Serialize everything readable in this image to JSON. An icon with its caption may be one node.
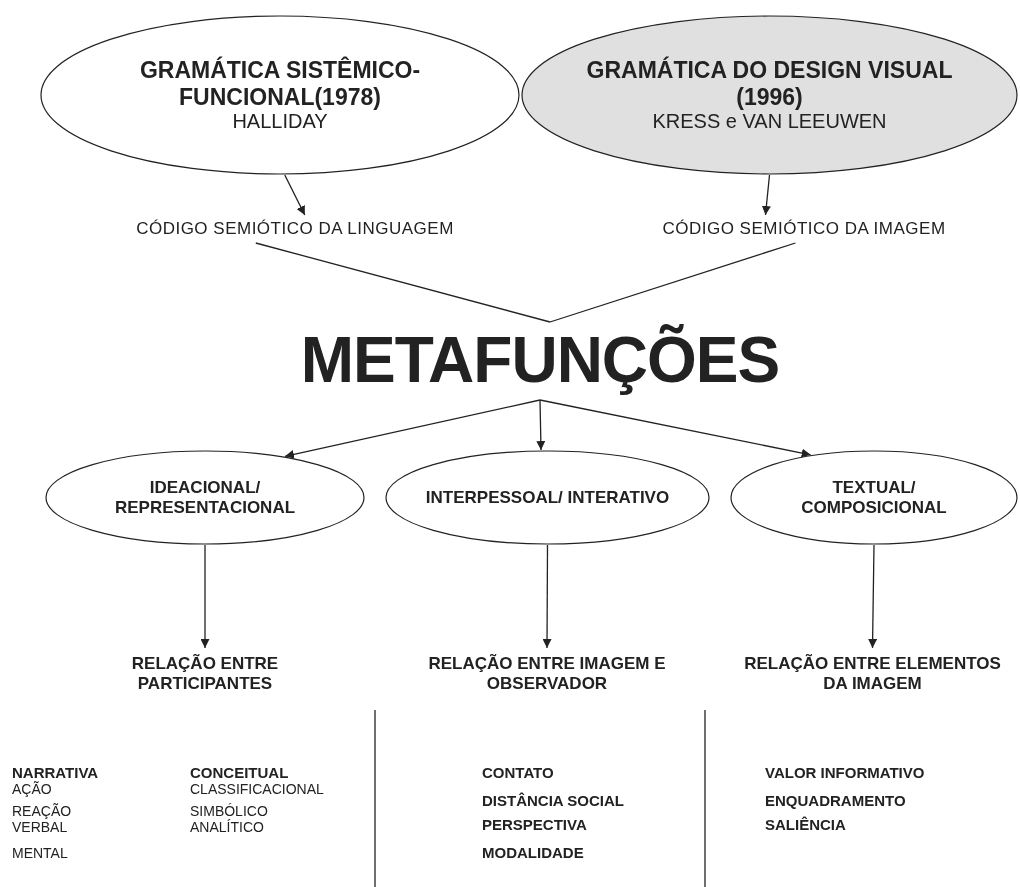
{
  "diagram": {
    "nodes": [
      {
        "text": [
          "GRAMÁTICA SISTÊMICO-FUNCIONAL(1978)",
          "HALLIDAY"
        ]
      },
      {
        "text": [
          "GRAMÁTICA DO DESIGN VISUAL (1996)",
          "KRESS e VAN LEEUWEN"
        ]
      },
      {
        "text": [
          "CÓDIGO SEMIÓTICO DA LINGUAGEM"
        ]
      },
      {
        "text": [
          "CÓDIGO SEMIÓTICO DA IMAGEM"
        ]
      },
      {
        "text": [
          "METAFUNÇÕES"
        ]
      },
      {
        "text": [
          "IDEACIONAL/ REPRESENTACIONAL"
        ]
      },
      {
        "text": [
          "INTERPESSOAL/ INTERATIVO"
        ]
      },
      {
        "text": [
          "TEXTUAL/ COMPOSICIONAL"
        ]
      },
      {
        "text": [
          "RELAÇÃO ENTRE PARTICIPANTES"
        ]
      },
      {
        "text": [
          "RELAÇÃO ENTRE IMAGEM E OBSERVADOR"
        ]
      },
      {
        "text": [
          "RELAÇÃO ENTRE ELEMENTOS DA IMAGEM"
        ]
      }
    ],
    "edges": [
      {
        "from": 0,
        "to": 2,
        "arrow": "to"
      },
      {
        "from": 1,
        "to": 3,
        "arrow": "to"
      },
      {
        "from": 2,
        "to": 4,
        "arrow": "none"
      },
      {
        "from": 3,
        "to": 4,
        "arrow": "none"
      },
      {
        "from": 4,
        "to": 5,
        "arrow": "to"
      },
      {
        "from": 4,
        "to": 6,
        "arrow": "to"
      },
      {
        "from": 4,
        "to": 7,
        "arrow": "to"
      },
      {
        "from": 5,
        "to": 8,
        "arrow": "to"
      },
      {
        "from": 6,
        "to": 9,
        "arrow": "to"
      },
      {
        "from": 7,
        "to": 10,
        "arrow": "to"
      }
    ],
    "labels": [
      "NARRATIVA",
      "AÇÃO",
      "REAÇÃO",
      "VERBAL",
      "MENTAL",
      "CONCEITUAL",
      "CLASSIFICACIONAL",
      "SIMBÓLICO",
      "ANALÍTICO",
      "CONTATO",
      "DISTÂNCIA SOCIAL",
      "PERSPECTIVA",
      "MODALIDADE",
      "VALOR INFORMATIVO",
      "ENQUADRAMENTO",
      "SALIÊNCIA"
    ]
  }
}
